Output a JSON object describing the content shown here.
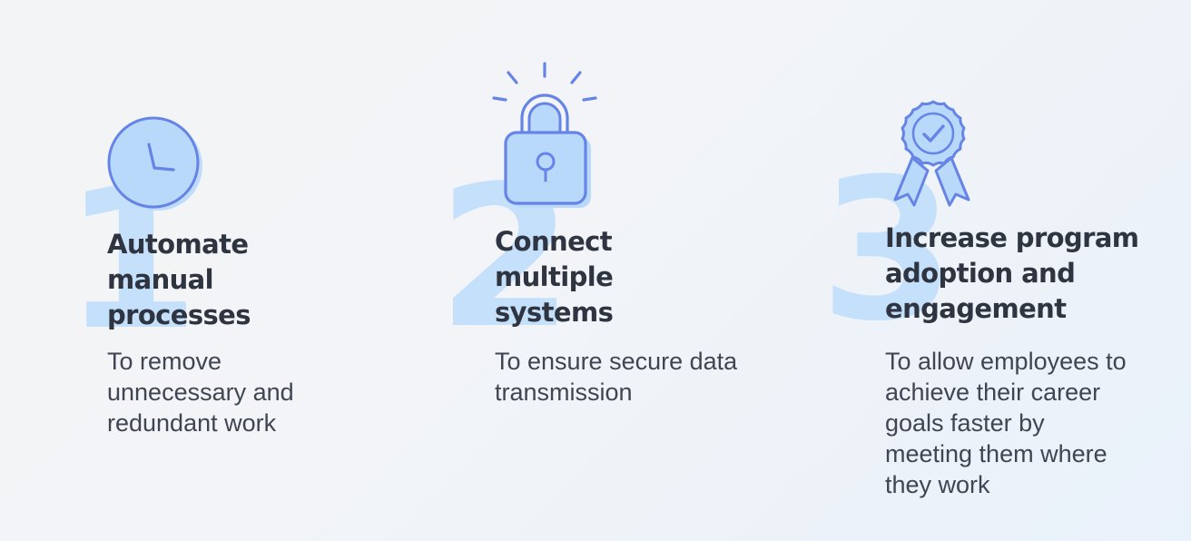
{
  "features": [
    {
      "number": "1",
      "icon": "clock-icon",
      "title": "Automate\nmanual\nprocesses",
      "description": "To remove\nunnecessary and\nredundant work"
    },
    {
      "number": "2",
      "icon": "padlock-icon",
      "title": "Connect\nmultiple\nsystems",
      "description": "To ensure secure data\ntransmission"
    },
    {
      "number": "3",
      "icon": "award-ribbon-icon",
      "title": "Increase program\nadoption and\nengagement",
      "description": "To allow employees to\nachieve their career\ngoals faster by\nmeeting them where\nthey work"
    }
  ],
  "colors": {
    "number": "#c4e0fb",
    "icon_fill": "#b9d9fa",
    "icon_stroke": "#6684e6",
    "title": "#2f3441",
    "text": "#3f4552"
  }
}
